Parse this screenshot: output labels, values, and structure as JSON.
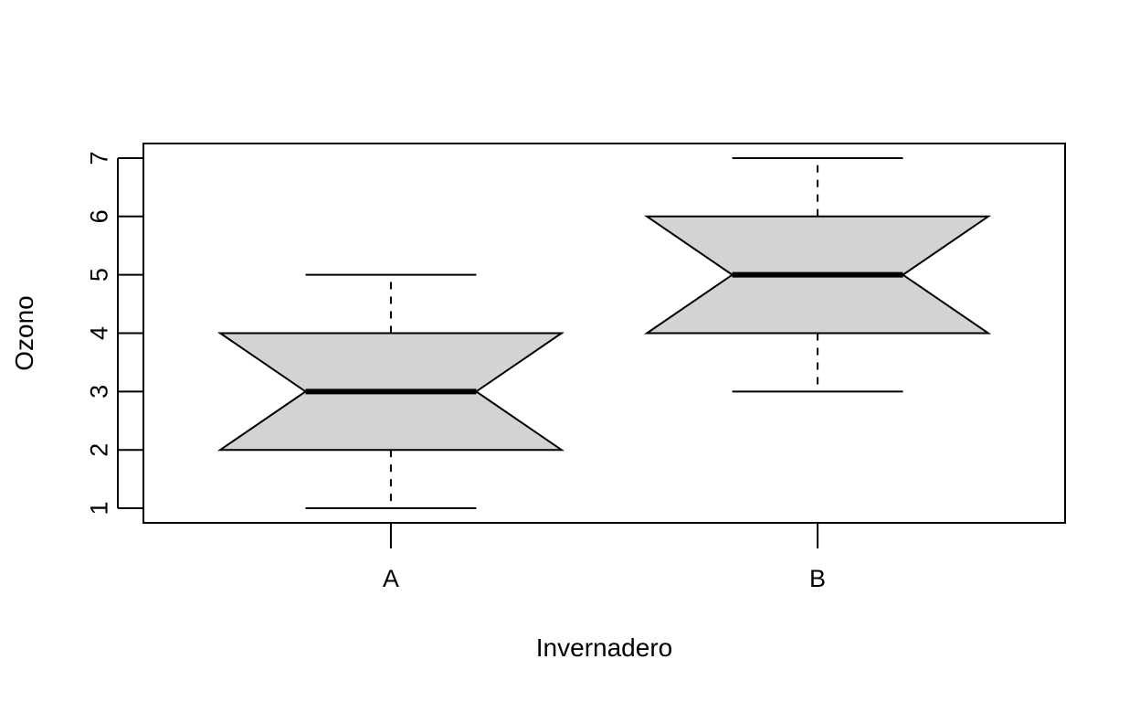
{
  "chart_data": {
    "type": "boxplot",
    "notched": true,
    "xlabel": "Invernadero",
    "ylabel": "Ozono",
    "ylim": [
      0.75,
      7.25
    ],
    "yticks": [
      1,
      2,
      3,
      4,
      5,
      6,
      7
    ],
    "categories": [
      "A",
      "B"
    ],
    "boxes": [
      {
        "category": "A",
        "min": 1,
        "q1": 2,
        "median": 3,
        "q3": 4,
        "max": 5,
        "notch_low": 2,
        "notch_high": 4
      },
      {
        "category": "B",
        "min": 3,
        "q1": 4,
        "median": 5,
        "q3": 6,
        "max": 7,
        "notch_low": 4,
        "notch_high": 6
      }
    ],
    "box_fill": "#d3d3d3",
    "line_color": "#000000"
  }
}
